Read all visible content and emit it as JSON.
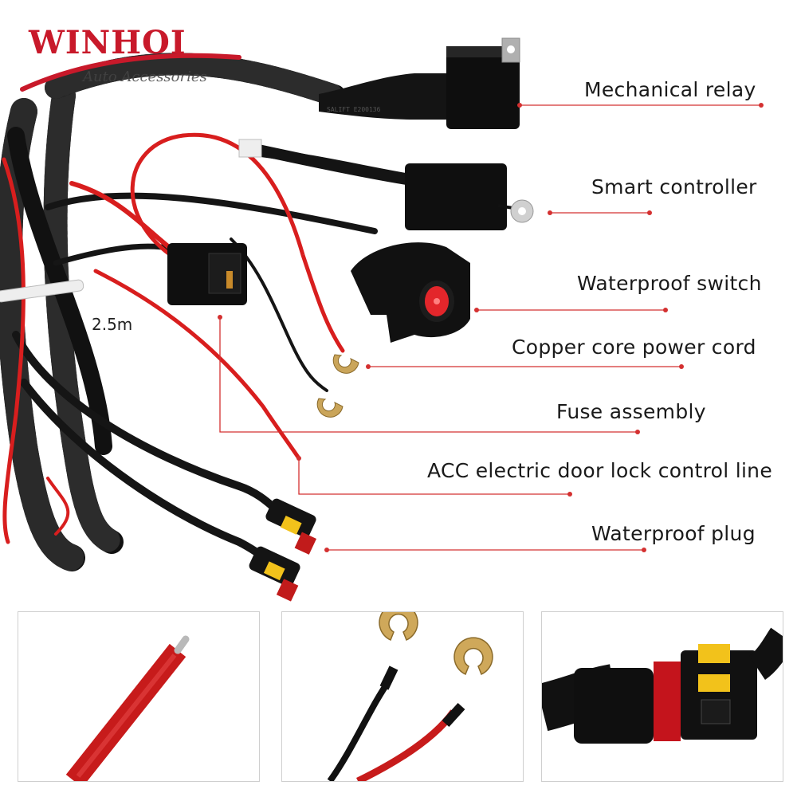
{
  "brand": {
    "name": "WINHOI",
    "tagline": "Auto Accessories"
  },
  "length_label": "2.5m",
  "callouts": [
    "Mechanical relay",
    "Smart controller",
    "Waterproof switch",
    "Copper core power cord",
    "Fuse assembly",
    "ACC electric door lock control line",
    "Waterproof plug"
  ],
  "colors": {
    "wire_red": "#d81e1e",
    "wire_black": "#151515",
    "leader_line": "#d43030",
    "brand": "#c8192a"
  }
}
